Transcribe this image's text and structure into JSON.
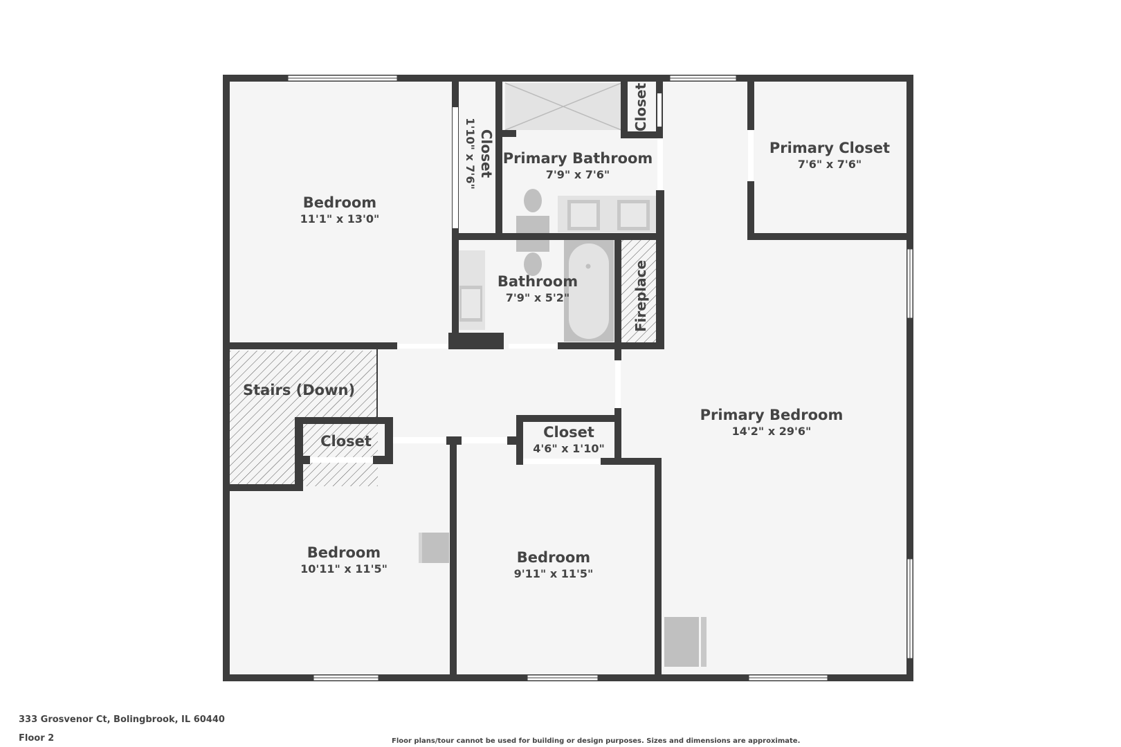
{
  "colors": {
    "wall": "#3d3d3d",
    "floor": "#f5f5f5",
    "fixture": "#c0c0c0",
    "fixture_light": "#e3e3e3",
    "text": "#444444"
  },
  "rooms": {
    "bedroom_nw": {
      "name": "Bedroom",
      "dims": "11'1\" x 13'0\""
    },
    "closet_nw": {
      "name": "Closet",
      "dims": "1'10\" x 7'6\""
    },
    "primary_bathroom": {
      "name": "Primary Bathroom",
      "dims": "7'9\" x 7'6\""
    },
    "closet_shower": {
      "name": "Closet"
    },
    "primary_closet": {
      "name": "Primary Closet",
      "dims": "7'6\" x 7'6\""
    },
    "bathroom": {
      "name": "Bathroom",
      "dims": "7'9\" x 5'2\""
    },
    "fireplace": {
      "name": "Fireplace"
    },
    "stairs": {
      "name": "Stairs (Down)"
    },
    "closet_hall_w": {
      "name": "Closet"
    },
    "closet_hall_e": {
      "name": "Closet",
      "dims": "4'6\" x 1'10\""
    },
    "primary_bedroom": {
      "name": "Primary Bedroom",
      "dims": "14'2\" x 29'6\""
    },
    "bedroom_sw": {
      "name": "Bedroom",
      "dims": "10'11\" x 11'5\""
    },
    "bedroom_s": {
      "name": "Bedroom",
      "dims": "9'11\" x 11'5\""
    }
  },
  "footer": {
    "address": "333 Grosvenor Ct, Bolingbrook, IL 60440",
    "floor": "Floor 2",
    "disclaimer": "Floor plans/tour cannot be used for building or design purposes. Sizes and dimensions are approximate."
  }
}
